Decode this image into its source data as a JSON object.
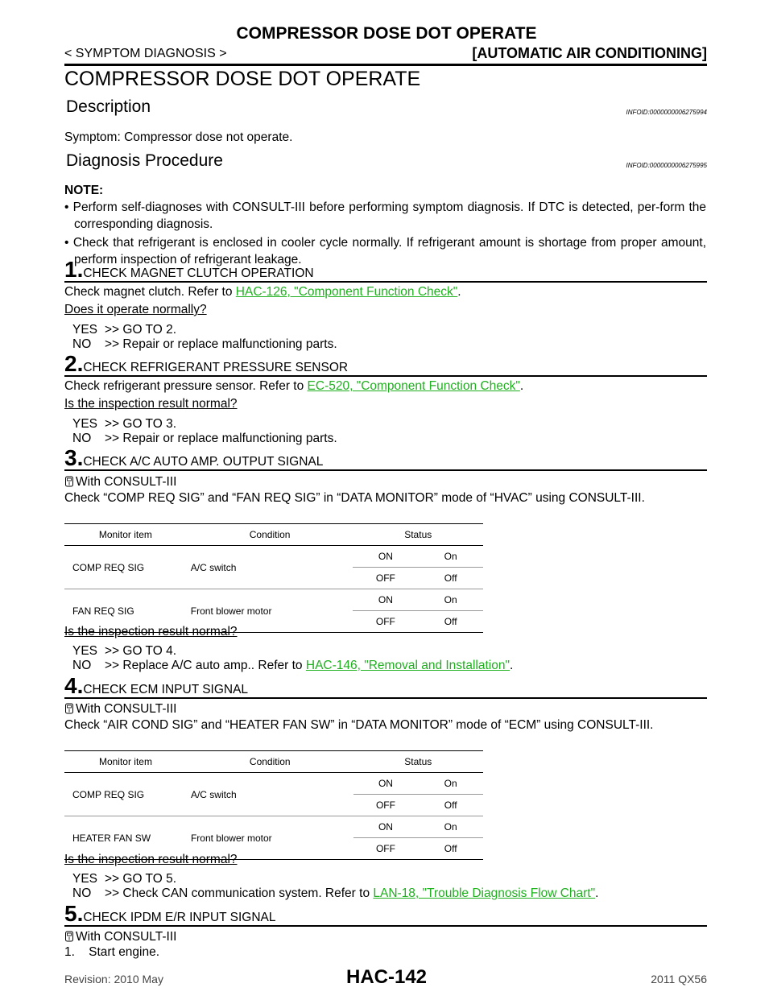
{
  "header": {
    "title": "COMPRESSOR DOSE DOT OPERATE",
    "breadcrumb": "< SYMPTOM DIAGNOSIS >",
    "section": "[AUTOMATIC AIR CONDITIONING]"
  },
  "page_title": "COMPRESSOR DOSE DOT OPERATE",
  "description": {
    "heading": "Description",
    "infoid": "INFOID:0000000006275994",
    "text": "Symptom: Compressor dose not operate."
  },
  "diagnosis": {
    "heading": "Diagnosis Procedure",
    "infoid": "INFOID:0000000006275995",
    "note_label": "NOTE:",
    "notes": [
      "• Perform self-diagnoses with CONSULT-III before performing symptom diagnosis. If DTC is detected, per-form the corresponding diagnosis.",
      "• Check that refrigerant is enclosed in cooler cycle normally. If refrigerant amount is shortage from proper amount, perform inspection of refrigerant leakage."
    ]
  },
  "steps": {
    "s1": {
      "num": "1.",
      "title": "CHECK MAGNET CLUTCH OPERATION",
      "text_pre": "Check magnet clutch. Refer to ",
      "link": "HAC-126, \"Component Function Check\"",
      "text_post": ".",
      "question": "Does it operate normally?",
      "yes_key": "YES",
      "yes": ">> GO TO 2.",
      "no_key": "NO",
      "no": ">> Repair or replace malfunctioning parts."
    },
    "s2": {
      "num": "2.",
      "title": "CHECK REFRIGERANT PRESSURE SENSOR",
      "text_pre": "Check refrigerant pressure sensor. Refer to ",
      "link": "EC-520, \"Component Function Check\"",
      "text_post": ".",
      "question": "Is the inspection result normal?",
      "yes_key": "YES",
      "yes": ">> GO TO 3.",
      "no_key": "NO",
      "no": ">> Repair or replace malfunctioning parts."
    },
    "s3": {
      "num": "3.",
      "title": "CHECK A/C AUTO AMP. OUTPUT SIGNAL",
      "consult": "With CONSULT-III",
      "text": "Check “COMP REQ SIG” and “FAN REQ SIG” in “DATA MONITOR” mode of “HVAC” using CONSULT-III.",
      "table": {
        "headers": [
          "Monitor item",
          "Condition",
          "Status"
        ],
        "rows": [
          {
            "item": "COMP REQ SIG",
            "cond": "A/C switch",
            "on_sw": "ON",
            "on_st": "On",
            "off_sw": "OFF",
            "off_st": "Off"
          },
          {
            "item": "FAN REQ SIG",
            "cond": "Front blower motor",
            "on_sw": "ON",
            "on_st": "On",
            "off_sw": "OFF",
            "off_st": "Off"
          }
        ]
      },
      "question": "Is the inspection result normal?",
      "yes_key": "YES",
      "yes": ">> GO TO 4.",
      "no_key": "NO",
      "no_pre": ">> Replace A/C auto amp.. Refer to ",
      "no_link": "HAC-146, \"Removal and Installation\"",
      "no_post": "."
    },
    "s4": {
      "num": "4.",
      "title": "CHECK ECM INPUT SIGNAL",
      "consult": "With CONSULT-III",
      "text": "Check “AIR COND SIG” and “HEATER FAN SW” in “DATA MONITOR” mode of “ECM” using CONSULT-III.",
      "table": {
        "headers": [
          "Monitor item",
          "Condition",
          "Status"
        ],
        "rows": [
          {
            "item": "COMP REQ SIG",
            "cond": "A/C switch",
            "on_sw": "ON",
            "on_st": "On",
            "off_sw": "OFF",
            "off_st": "Off"
          },
          {
            "item": "HEATER FAN SW",
            "cond": "Front blower motor",
            "on_sw": "ON",
            "on_st": "On",
            "off_sw": "OFF",
            "off_st": "Off"
          }
        ]
      },
      "question": "Is the inspection result normal?",
      "yes_key": "YES",
      "yes": ">> GO TO 5.",
      "no_key": "NO",
      "no_pre": ">> Check CAN communication system. Refer to ",
      "no_link": "LAN-18, \"Trouble Diagnosis Flow Chart\"",
      "no_post": "."
    },
    "s5": {
      "num": "5.",
      "title": "CHECK IPDM E/R INPUT SIGNAL",
      "consult": "With CONSULT-III",
      "item1": "1.    Start engine."
    }
  },
  "footer": {
    "revision": "Revision: 2010 May",
    "page": "HAC-142",
    "model": "2011 QX56"
  }
}
